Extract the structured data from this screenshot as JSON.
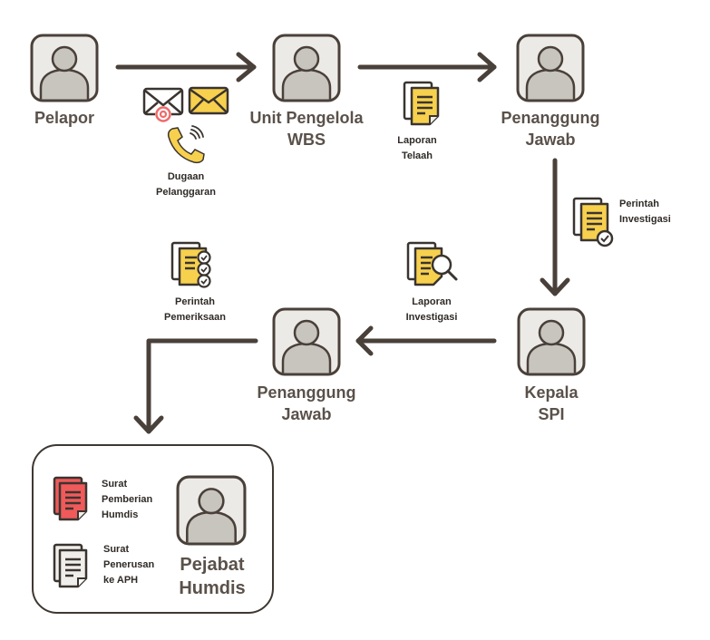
{
  "diagram": {
    "title": "Alur Penanganan Pelaporan WBS",
    "colors": {
      "line": "#4a403a",
      "avatar_bg": "#eceae6",
      "avatar_fill": "#c8c5bf",
      "doc_yellow": "#f7d04e",
      "doc_red": "#f05a5a",
      "doc_white": "#f0eeea",
      "at_pink": "#f06a6a"
    },
    "nodes": [
      {
        "id": "pelapor",
        "lines": [
          "Pelapor"
        ]
      },
      {
        "id": "unit-pengelola-wbs",
        "lines": [
          "Unit Pengelola",
          "WBS"
        ]
      },
      {
        "id": "penanggung-jawab-1",
        "lines": [
          "Penanggung",
          "Jawab"
        ]
      },
      {
        "id": "kepala-spi",
        "lines": [
          "Kepala",
          "SPI"
        ]
      },
      {
        "id": "penanggung-jawab-2",
        "lines": [
          "Penanggung",
          "Jawab"
        ]
      },
      {
        "id": "pejabat-humdis",
        "lines": [
          "Pejabat",
          "Humdis"
        ]
      }
    ],
    "edges": [
      {
        "from": "pelapor",
        "to": "unit-pengelola-wbs",
        "label_lines": [
          "Dugaan",
          "Pelanggaran"
        ],
        "icons": [
          "email-at-icon",
          "envelope-icon",
          "phone-icon"
        ]
      },
      {
        "from": "unit-pengelola-wbs",
        "to": "penanggung-jawab-1",
        "label_lines": [
          "Laporan",
          "Telaah"
        ],
        "icons": [
          "document-icon"
        ]
      },
      {
        "from": "penanggung-jawab-1",
        "to": "kepala-spi",
        "label_lines": [
          "Perintah",
          "Investigasi"
        ],
        "icons": [
          "document-check-icon"
        ]
      },
      {
        "from": "kepala-spi",
        "to": "penanggung-jawab-2",
        "label_lines": [
          "Laporan",
          "Investigasi"
        ],
        "icons": [
          "document-search-icon"
        ]
      },
      {
        "from": "penanggung-jawab-2",
        "to": "pejabat-humdis",
        "label_lines": [
          "Perintah",
          "Pemeriksaan"
        ],
        "icons": [
          "document-checklist-icon"
        ]
      }
    ],
    "outputs": [
      {
        "label_lines": [
          "Surat",
          "Pemberian",
          "Humdis"
        ],
        "icon": "red-document-icon"
      },
      {
        "label_lines": [
          "Surat",
          "Penerusan",
          "ke APH"
        ],
        "icon": "white-document-icon"
      }
    ]
  }
}
